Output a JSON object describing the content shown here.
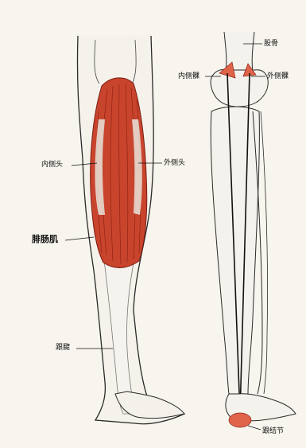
{
  "labels": {
    "medial_head": "内侧头",
    "lateral_head": "外侧头",
    "gastrocnemius": "腓肠肌",
    "tendon": "跟腱",
    "femur": "股骨",
    "medial_condyle": "内侧髁",
    "lateral_condyle": "外侧髁",
    "calcaneal_tuberosity": "跟结节"
  },
  "colors": {
    "background": "#f8f5ee",
    "muscle": "#c9442d",
    "muscle_dark": "#9e2a1a",
    "bone": "#f3f1ea",
    "outline": "#2a2a2a",
    "insertion": "#e0644a"
  }
}
